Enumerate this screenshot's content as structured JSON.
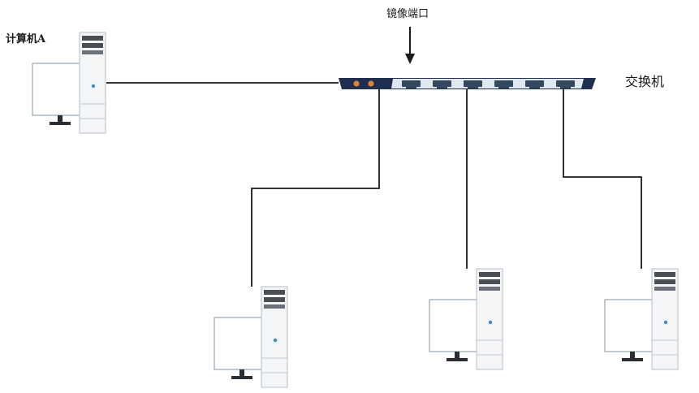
{
  "labels": {
    "computer_a": "计算机A",
    "mirror_port": "镜像端口",
    "switch": "交换机"
  },
  "colors": {
    "line": "#1a1a1a",
    "switch_body": "#1f2f4f",
    "switch_panel": "#dfe7f1",
    "port_fill": "#33475f",
    "led": "#d9823b",
    "monitor_stroke": "#9aa6b2",
    "tower_fill": "#f3f5f7",
    "tower_dark": "#4a4f56",
    "power_led": "#3a8ad6"
  },
  "switch_ports": 6,
  "switch_leds": 2,
  "computers": [
    "computer-a",
    "computer-b",
    "computer-c",
    "computer-d"
  ]
}
